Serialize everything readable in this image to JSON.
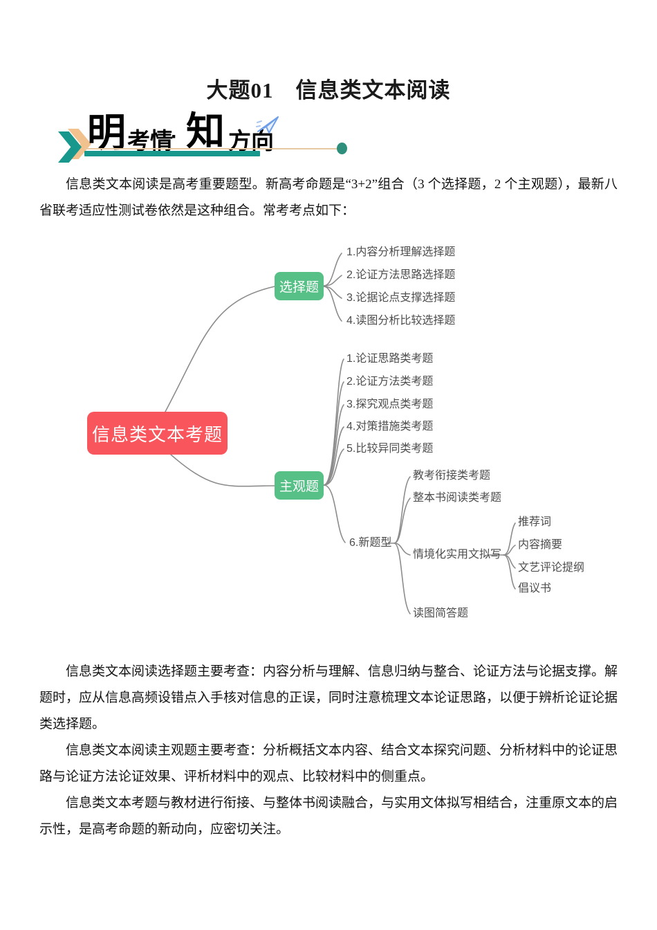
{
  "title": "大题01　信息类文本阅读",
  "banner": {
    "part1_big": "明",
    "part1_small": "考情",
    "separator": "·",
    "part2_big": "知",
    "part2_small": "方向",
    "icon": "paper-plane",
    "colors": {
      "teal": "#18988C",
      "orange": "#F2C28E",
      "tan_line": "#E6C9A0",
      "end_dot": "#2F8F7D",
      "plane_blue": "#6F9FE8"
    }
  },
  "intro": "信息类文本阅读是高考重要题型。新高考命题是“3+2”组合（3 个选择题，2 个主观题），最新八省联考适应性测试卷依然是这种组合。常考考点如下：",
  "mindmap": {
    "root_label": "信息类文本考题",
    "root_color": "#F8565C",
    "branch_color": "#57C087",
    "connector_color": "#8C8C8C",
    "choice": {
      "label": "选择题",
      "items": [
        "1.内容分析理解选择题",
        "2.论证方法思路选择题",
        "3.论据论点支撑选择题",
        "4.读图分析比较选择题"
      ]
    },
    "subjective": {
      "label": "主观题",
      "items": [
        "1.论证思路类考题",
        "2.论证方法类考题",
        "3.探究观点类考题",
        "4.对策措施类考题",
        "5.比较异同类考题"
      ],
      "item6": {
        "label": "6.新题型",
        "children": [
          "教考衔接类考题",
          "整本书阅读类考题",
          "情境化实用文拟写",
          "读图简答题"
        ],
        "situational_children": [
          "推荐词",
          "内容摘要",
          "文艺评论提纲",
          "倡议书"
        ]
      }
    }
  },
  "paragraphs": [
    "信息类文本阅读选择题主要考查：内容分析与理解、信息归纳与整合、论证方法与论据支撑。解题时，应从信息高频设错点入手核对信息的正误，同时注意梳理文本论证思路，以便于辨析论证论据类选择题。",
    "信息类文本阅读主观题主要考查：分析概括文本内容、结合文本探究问题、分析材料中的论证思路与论证方法论证效果、评析材料中的观点、比较材料中的侧重点。",
    "信息类文本考题与教材进行衔接、与整体书阅读融合，与实用文体拟写相结合，注重原文本的启示性，是高考命题的新动向，应密切关注。"
  ]
}
